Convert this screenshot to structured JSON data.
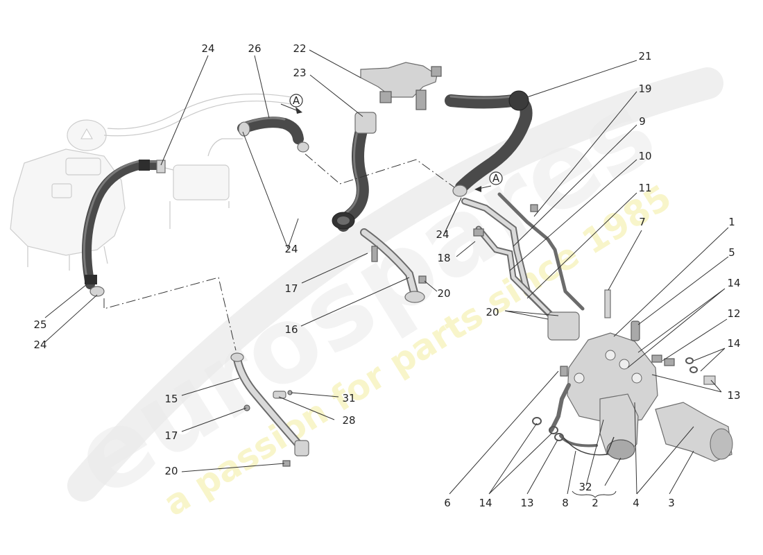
{
  "watermark": {
    "brand": "eurospares",
    "tagline": "a passion for parts since 1985"
  },
  "callouts": {
    "c24a": "24",
    "c26": "26",
    "c22": "22",
    "c23": "23",
    "c21": "21",
    "c19": "19",
    "c9": "9",
    "c10": "10",
    "c11": "11",
    "c7": "7",
    "c1": "1",
    "c5": "5",
    "c14a": "14",
    "c12": "12",
    "c14b": "14",
    "c13a": "13",
    "c24b": "24",
    "c24c": "24",
    "c18": "18",
    "c17a": "17",
    "c20a": "20",
    "c16": "16",
    "c20b": "20",
    "c25": "25",
    "c24d": "24",
    "c15": "15",
    "c31": "31",
    "c28": "28",
    "c17b": "17",
    "c20c": "20",
    "c6": "6",
    "c14c": "14",
    "c13b": "13",
    "c8": "8",
    "c32": "32",
    "c2": "2",
    "c4": "4",
    "c3": "3"
  },
  "markers": {
    "a1": "A",
    "a2": "A"
  },
  "colors": {
    "hose": "#4a4a4a",
    "metal": "#d4d4d4",
    "ghost": "#c9c9c9",
    "watermark": "#e9e9e9",
    "watermark_tagline": "#f6f2b8"
  }
}
